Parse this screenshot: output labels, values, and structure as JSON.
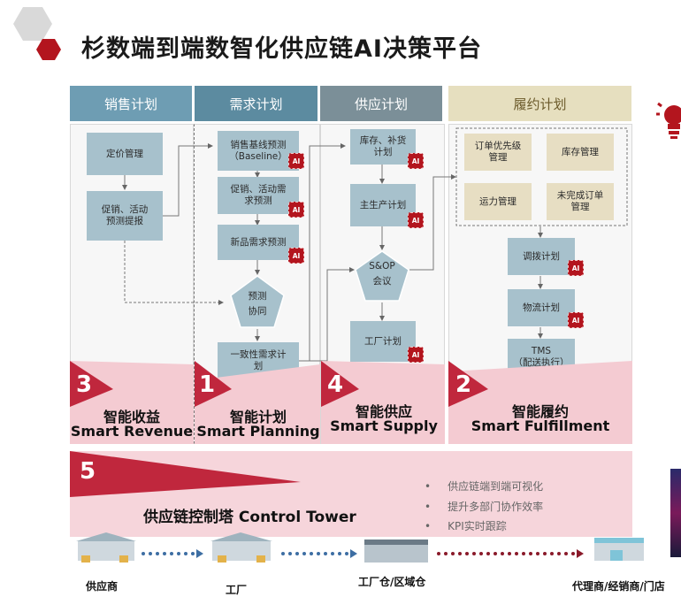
{
  "title": "杉数端到端数智化供应链AI决策平台",
  "ai_label": "AI",
  "headers": [
    {
      "label": "销售计划",
      "color": "#6e9db3"
    },
    {
      "label": "需求计划",
      "color": "#5c8ba0"
    },
    {
      "label": "供应计划",
      "color": "#7b8f98"
    },
    {
      "label": "履约计划",
      "color": "#e6dfbf"
    }
  ],
  "sales": {
    "pricing": "定价管理",
    "promo": [
      "促销、活动",
      "预测提报"
    ]
  },
  "demand": {
    "baseline": [
      "销售基线预测",
      "（Baseline）"
    ],
    "promo_forecast": [
      "促销、活动需",
      "求预测"
    ],
    "new_product": "新品需求预测",
    "collab": [
      "预测",
      "协同"
    ],
    "consensus": [
      "一致性需求计",
      "划"
    ]
  },
  "supply": {
    "inventory": [
      "库存、补货",
      "计划"
    ],
    "mps": "主生产计划",
    "sop": [
      "S&OP",
      "会议"
    ],
    "factory": "工厂计划"
  },
  "fulfill": {
    "order_priority": [
      "订单优先级",
      "管理"
    ],
    "inventory_mgmt": "库存管理",
    "capacity": "运力管理",
    "unfinished": [
      "未完成订单",
      "管理"
    ],
    "allocation": "调拨计划",
    "logistics": "物流计划",
    "tms": [
      "TMS",
      "（配送执行）"
    ]
  },
  "smart": [
    {
      "num": "3",
      "zh": "智能收益",
      "en": "Smart Revenue"
    },
    {
      "num": "1",
      "zh": "智能计划",
      "en": "Smart Planning"
    },
    {
      "num": "4",
      "zh": "智能供应",
      "en": "Smart Supply"
    },
    {
      "num": "2",
      "zh": "智能履约",
      "en": "Smart Fulfillment"
    }
  ],
  "tower": {
    "num": "5",
    "title": "供应链控制塔  Control Tower",
    "bullets": [
      "供应链端到端可视化",
      "提升多部门协作效率",
      "KPI实时跟踪"
    ]
  },
  "chain": [
    "供应商",
    "工厂",
    "工厂仓/区域仓",
    "代理商/经销商/门店"
  ],
  "icons": [
    "bulb-icon",
    "warehouse-icon",
    "factory-icon",
    "store-icon"
  ]
}
